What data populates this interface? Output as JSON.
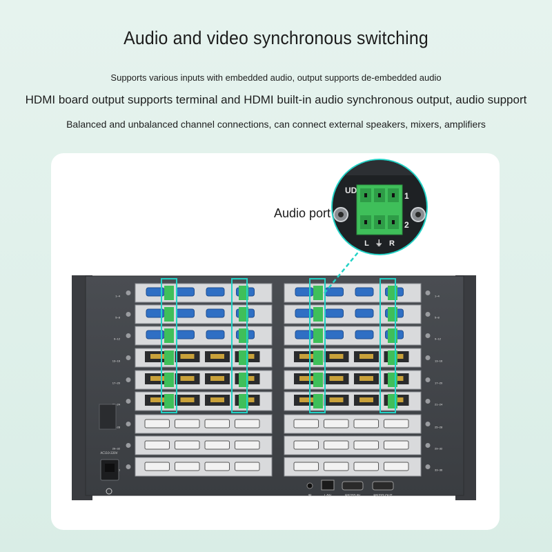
{
  "heading": {
    "title": "Audio and video synchronous switching",
    "line1": "Supports various inputs with embedded audio, output supports de-embedded audio",
    "line2": "HDMI board output supports terminal and HDMI built-in audio synchronous output, audio support",
    "line3": "Balanced and unbalanced channel connections, can connect external speakers, mixers, amplifiers"
  },
  "callout": {
    "label": "Audio port",
    "zoom_header": "UDIO",
    "zoom_num_1": "1",
    "zoom_num_2": "2",
    "zoom_pins": "L   ⏚   R"
  },
  "chassis": {
    "row_labels_left": [
      "1~4",
      "5~8",
      "9~12",
      "13~16",
      "17~20",
      "21~24",
      "25~28",
      "29~32",
      "33~36"
    ],
    "row_labels_right": [
      "1~4",
      "5~8",
      "9~12",
      "13~16",
      "17~20",
      "21~24",
      "25~28",
      "29~32",
      "33~36"
    ],
    "power_label": "AC110-220V",
    "bottom_ports": [
      "IR",
      "LAN",
      "RS232 IN",
      "RS232 OUT"
    ],
    "accent_color": "#3fbf5a",
    "highlight_color": "#22d2c6"
  }
}
